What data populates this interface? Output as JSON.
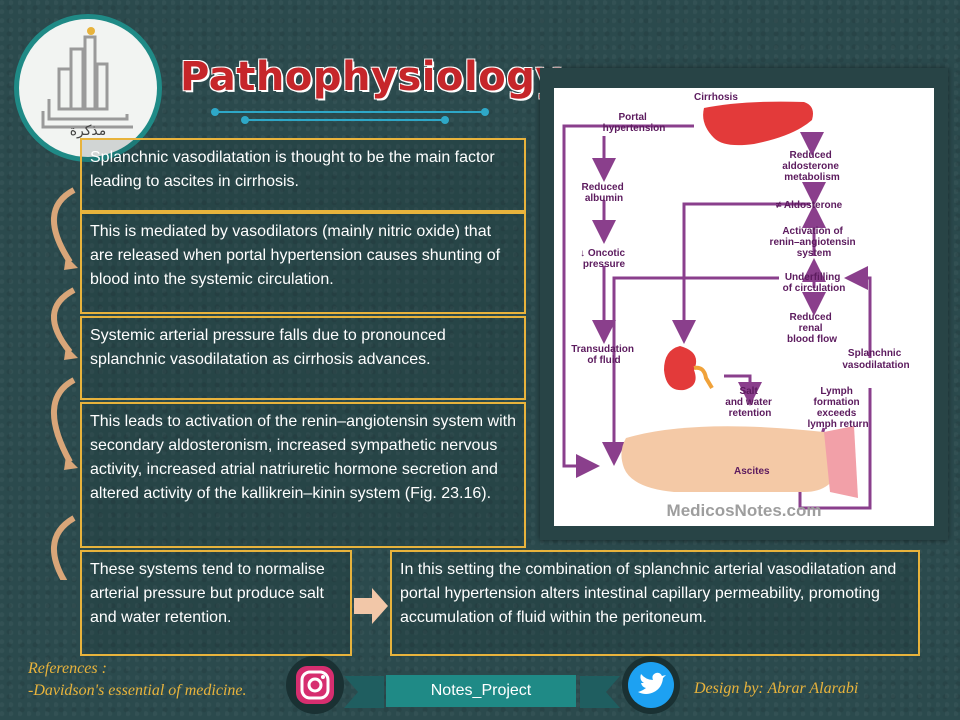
{
  "header": {
    "title": "Pathophysiology",
    "logo_text": "مذكرة"
  },
  "boxes": [
    "Splanchnic vasodilatation is thought to be the main factor leading to ascites in cirrhosis.",
    "This is mediated by vasodilators (mainly nitric oxide) that are released when portal hypertension causes shunting of blood into the systemic circulation.",
    "Systemic arterial pressure falls due to pronounced splanchnic vasodilatation as cirrhosis advances.",
    "This leads to activation of the renin–angiotensin system with secondary aldosteronism, increased sympathetic nervous activity, increased atrial natriuretic hormone secretion and altered activity of the kallikrein–kinin system (Fig. 23.16).",
    "These systems tend to normalise arterial pressure but produce salt and water retention.",
    "In this setting the combination of splanchnic arterial vasodilatation and portal hypertension alters intestinal capillary permeability, promoting accumulation of fluid within the peritoneum."
  ],
  "diagram": {
    "cirrhosis": "Cirrhosis",
    "portal": [
      "Portal",
      "hypertension"
    ],
    "reduced_aldo": [
      "Reduced",
      "aldosterone",
      "metabolism"
    ],
    "reduced_albumin": [
      "Reduced",
      "albumin"
    ],
    "aldosterone": "≠ Aldosterone",
    "activation": [
      "Activation of",
      "renin–angiotensin",
      "system"
    ],
    "oncotic": [
      "↓ Oncotic",
      "pressure"
    ],
    "underfilling": [
      "Underfilling",
      "of circulation"
    ],
    "reduced_renal": [
      "Reduced",
      "renal",
      "blood flow"
    ],
    "transudation": [
      "Transudation",
      "of fluid"
    ],
    "splanchnic": [
      "Splanchnic",
      "vasodilatation"
    ],
    "salt": [
      "Salt",
      "and water",
      "retention"
    ],
    "lymph": [
      "Lymph",
      "formation",
      "exceeds",
      "lymph return"
    ],
    "ascites": "Ascites",
    "watermark": "MedicosNotes.com"
  },
  "footer": {
    "references_label": "References :",
    "reference_1": "-Davidson's essential of medicine.",
    "notes": "Notes_Project",
    "design": "Design by: Abrar Alarabi"
  },
  "colors": {
    "accent": "#e8b33c",
    "title": "#c6262a",
    "teal": "#1f8a86",
    "arrow": "#5c1b5e"
  }
}
